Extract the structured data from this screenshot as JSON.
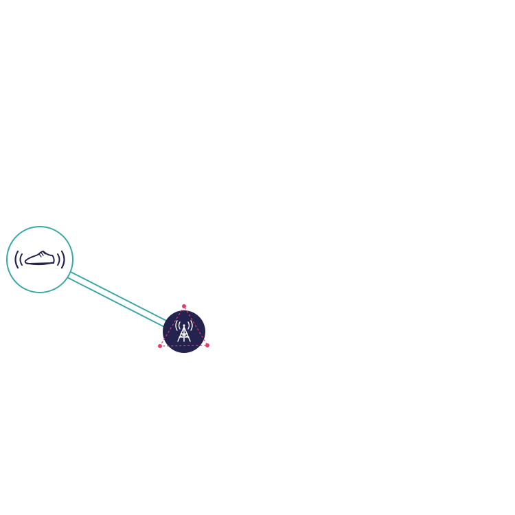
{
  "diagram": {
    "nodes": [
      {
        "id": "smart-shoe",
        "icon": "smart-shoe-icon"
      },
      {
        "id": "cell-tower",
        "icon": "cell-tower-icon"
      }
    ],
    "edges": [
      {
        "from": "smart-shoe",
        "to": "cell-tower",
        "style": "double-line"
      }
    ],
    "triangulation_points": 3
  },
  "colors": {
    "teal": "#3aa8a5",
    "navy": "#24224f",
    "accent": "#e33d6b",
    "background": "#ffffff"
  }
}
